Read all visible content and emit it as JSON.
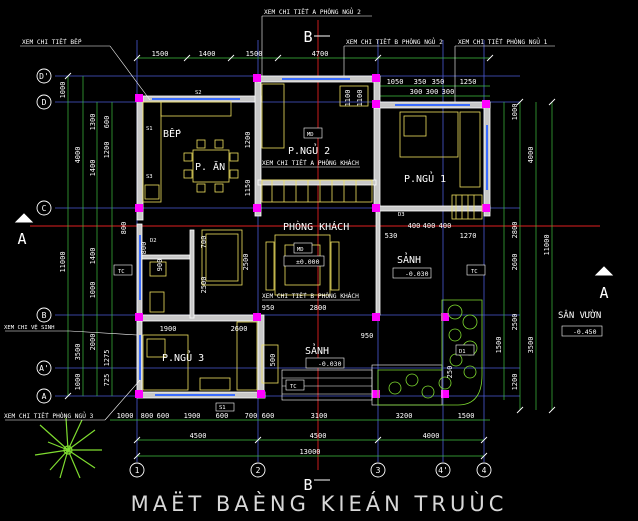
{
  "title": "MAËT BAÈNG KIEÁN TRUÙC",
  "colors": {
    "background": "#000000",
    "wall": "#ffffff",
    "wall_fill": "#c8c8c8",
    "grid_axis": "#4a5bd6",
    "dim_line": "#40c040",
    "dim_text": "#ffffff",
    "callout": "#ffffff",
    "room_text": "#ffffff",
    "furniture": "#f0e060",
    "magenta": "#ff00ff",
    "red_axis": "#e02020",
    "tree": "#7fdc30"
  },
  "callouts": {
    "kitchen_detail": "XEM CHI TIẾT BẾP",
    "bedroom2_detail_a": "XEM CHI TIẾT A PHÒNG NGỦ 2",
    "bedroom2_detail_b": "XEM CHI TIẾT B PHÒNG NGỦ 2",
    "bedroom1_detail": "XEM CHI TIẾT PHÒNG NGỦ 1",
    "living_detail_a": "XEM CHI TIẾT A PHÒNG KHÁCH",
    "living_detail_b": "XEM CHI TIẾT B PHÒNG KHÁCH",
    "wc_detail": "XEM CHI VỆ SINH",
    "bedroom3_detail": "XEM CHI TIẾT PHÒNG NGỦ 3"
  },
  "rooms": {
    "kitchen": "BẾP",
    "dining": "P. ĂN",
    "bedroom2": "P.NGỦ 2",
    "bedroom1": "P.NGỦ 1",
    "living": "PHÒNG KHÁCH",
    "hall_right": "SẢNH",
    "hall_bottom": "SẢNH",
    "bedroom3": "P.NGỦ 3",
    "garden": "SÂN VƯỜN"
  },
  "levels": {
    "living": "±0.000",
    "hall_right": "-0.030",
    "hall_bottom": "-0.030",
    "garden": "-0.450"
  },
  "tags": {
    "md": "MD",
    "tc": "TC",
    "s1": "S1",
    "s2": "S2",
    "s3": "S3",
    "d1": "D1",
    "d2": "D2",
    "d3": "D3"
  },
  "section_marks": {
    "a_left": "A",
    "a_right": "A",
    "b_top": "B",
    "b_bottom": "B"
  },
  "axes": {
    "rows": [
      "D'",
      "D",
      "C",
      "B",
      "A'",
      "A"
    ],
    "cols": [
      "1",
      "2",
      "3",
      "4'",
      "4"
    ]
  },
  "dims": {
    "top_segments": [
      "1500",
      "1400",
      "1500",
      "4700",
      "1050",
      "350",
      "350",
      "1250"
    ],
    "top_sub": [
      "300",
      "300",
      "300"
    ],
    "room_mid": [
      "400",
      "400",
      "400",
      "1270",
      "530"
    ],
    "living_bottom": [
      "2800",
      "950",
      "950"
    ],
    "bedroom3_top": [
      "1900",
      "2600"
    ],
    "bottom_segments": [
      "1000",
      "800",
      "600",
      "1900",
      "600",
      "700",
      "600",
      "3100",
      "3200",
      "1500"
    ],
    "bottom_bays": [
      "4500",
      "4500",
      "4000"
    ],
    "bottom_total": "13000",
    "left_outer": [
      "1000",
      "4000",
      "11000",
      "3500",
      "1000"
    ],
    "left_inner": [
      "1300",
      "1400",
      "1200",
      "600",
      "1400",
      "1000",
      "2000",
      "725",
      "1275"
    ],
    "right_outer": [
      "4000",
      "11000",
      "3500"
    ],
    "right_inner": [
      "1000",
      "2800",
      "2600",
      "2500",
      "1200",
      "1500"
    ],
    "misc": [
      "1100",
      "1200",
      "1150",
      "1100",
      "2500",
      "500",
      "900",
      "800",
      "700",
      "800",
      "2500",
      "250"
    ]
  }
}
